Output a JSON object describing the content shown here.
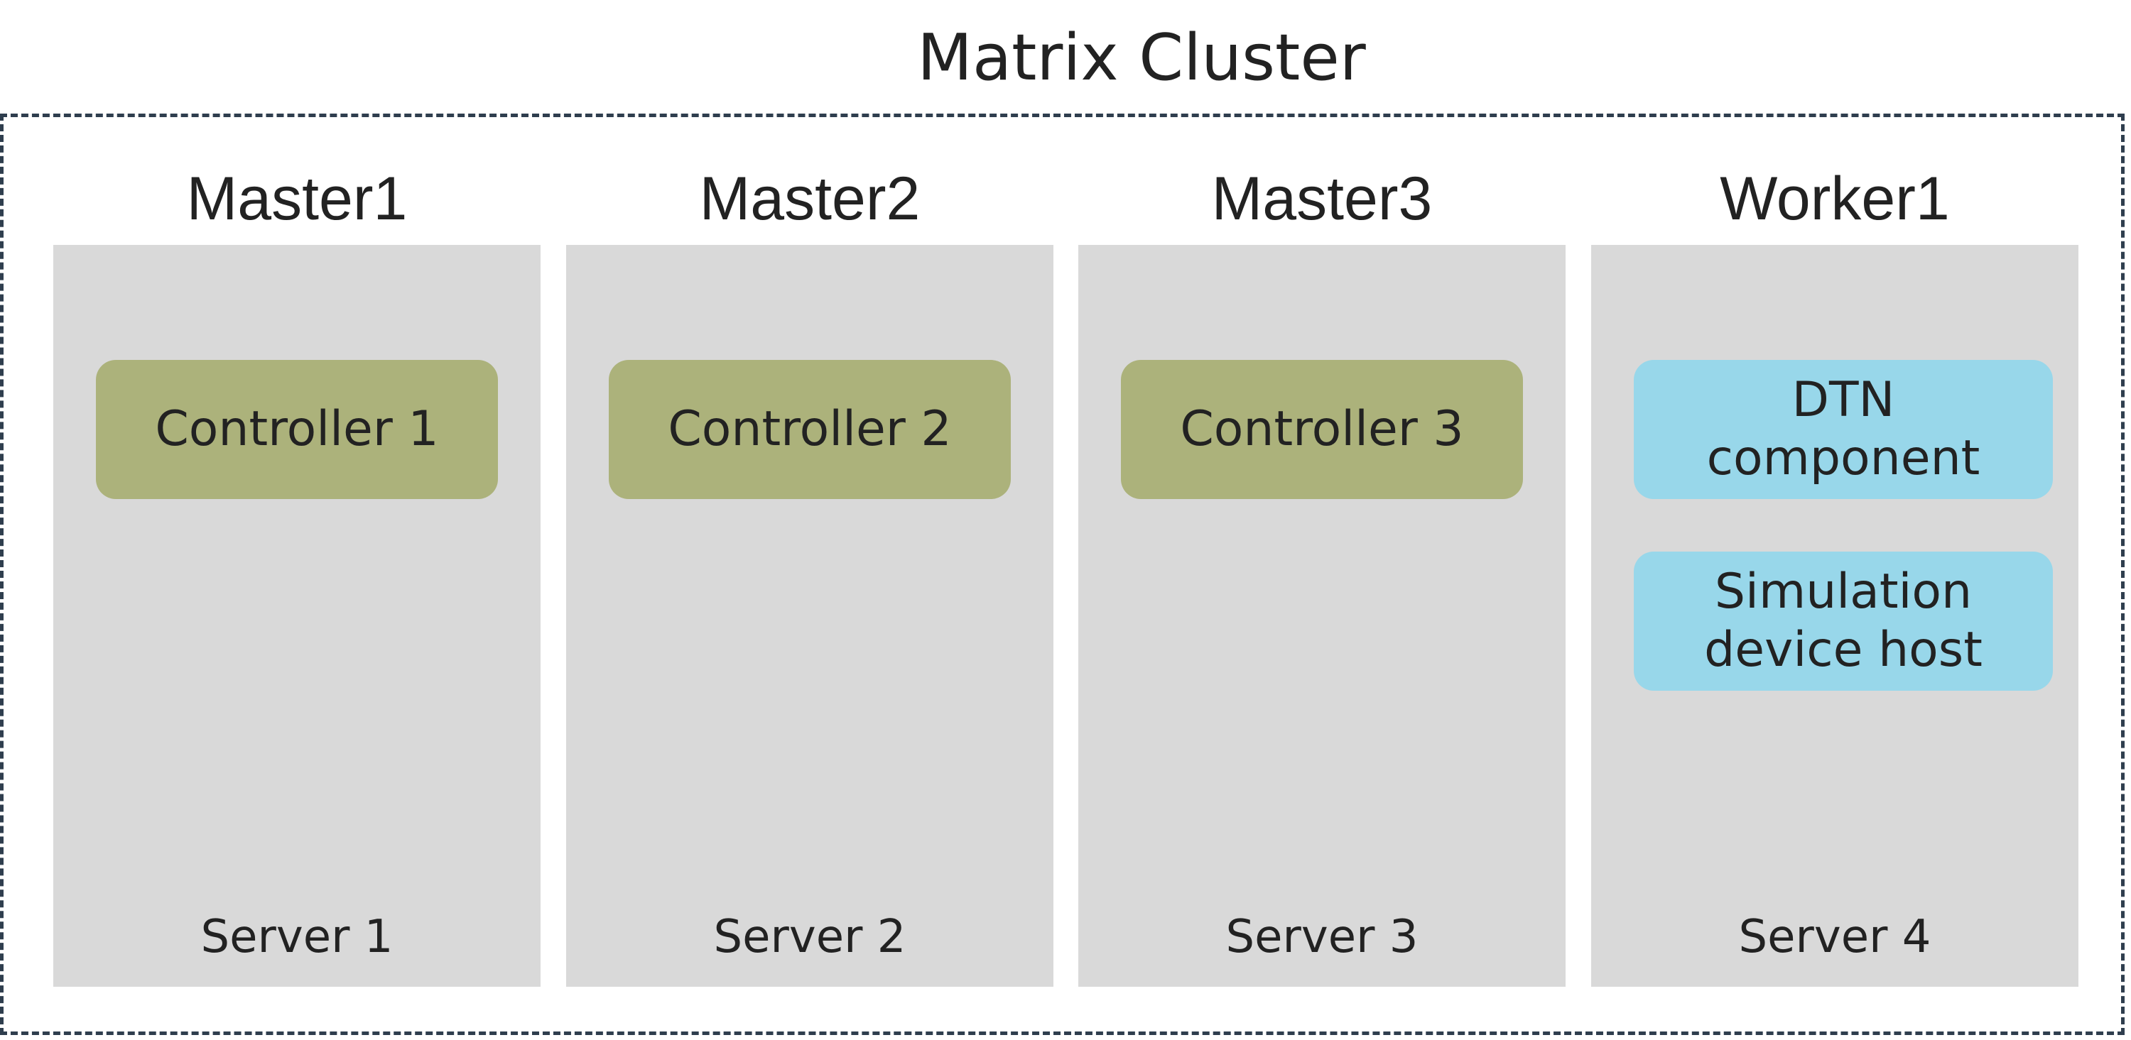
{
  "title": "Matrix Cluster",
  "colors": {
    "panel": "#d9d9d9",
    "controller": "#acb27b",
    "component": "#98d7ea",
    "boundary": "#2f3e4e"
  },
  "nodes": [
    {
      "label": "Master1",
      "server": "Server 1",
      "components": [
        "Controller 1"
      ]
    },
    {
      "label": "Master2",
      "server": "Server 2",
      "components": [
        "Controller 2"
      ]
    },
    {
      "label": "Master3",
      "server": "Server 3",
      "components": [
        "Controller 3"
      ]
    },
    {
      "label": "Worker1",
      "server": "Server 4",
      "components": [
        "DTN component",
        "Simulation device host"
      ]
    }
  ]
}
